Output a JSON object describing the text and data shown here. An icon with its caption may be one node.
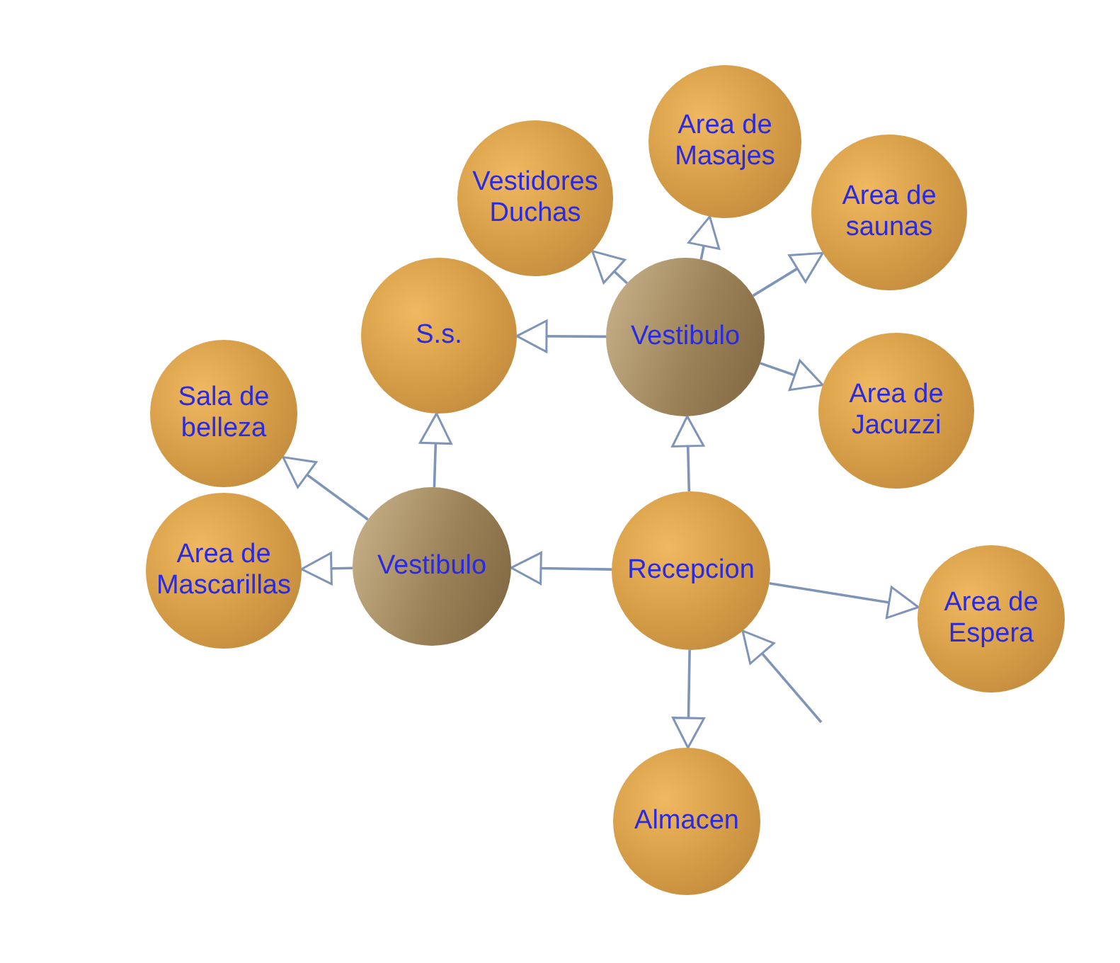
{
  "diagram": {
    "nodes": [
      {
        "text": [
          "Vestidores Duchas"
        ]
      },
      {
        "text": [
          "Area de Masajes"
        ]
      },
      {
        "text": [
          "Area de saunas"
        ]
      },
      {
        "text": [
          "S.s."
        ]
      },
      {
        "text": [
          "Vestibulo"
        ]
      },
      {
        "text": [
          "Sala de belleza"
        ]
      },
      {
        "text": [
          "Area de Jacuzzi"
        ]
      },
      {
        "text": [
          "Area de Mascarillas"
        ]
      },
      {
        "text": [
          "Vestibulo"
        ]
      },
      {
        "text": [
          "Recepcion"
        ]
      },
      {
        "text": [
          "Area de Espera"
        ]
      },
      {
        "text": [
          "Almacen"
        ]
      }
    ],
    "edges": [
      {
        "from": 9,
        "to": 4,
        "arrow": "to"
      },
      {
        "from": 9,
        "to": 8,
        "arrow": "to"
      },
      {
        "from": 9,
        "to": 10,
        "arrow": "to"
      },
      {
        "from": 9,
        "to": 11,
        "arrow": "to"
      },
      {
        "from": null,
        "to": 9,
        "arrow": "to"
      },
      {
        "from": 4,
        "to": 3,
        "arrow": "to"
      },
      {
        "from": 4,
        "to": 0,
        "arrow": "to"
      },
      {
        "from": 4,
        "to": 1,
        "arrow": "to"
      },
      {
        "from": 4,
        "to": 2,
        "arrow": "to"
      },
      {
        "from": 4,
        "to": 6,
        "arrow": "to"
      },
      {
        "from": 8,
        "to": 3,
        "arrow": "to"
      },
      {
        "from": 8,
        "to": 7,
        "arrow": "to"
      },
      {
        "from": 8,
        "to": 5,
        "arrow": "to"
      }
    ]
  }
}
